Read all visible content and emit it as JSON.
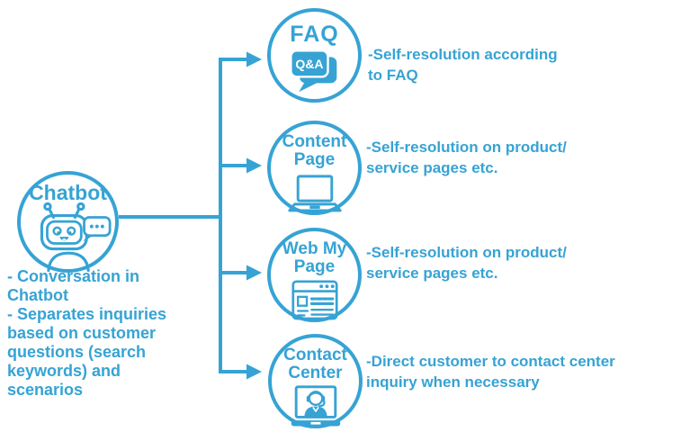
{
  "colors": {
    "accent": "#36a3d4"
  },
  "chatbot": {
    "label": "Chatbot",
    "icon": "robot-chatbot-icon",
    "description": "- Conversation in\nChatbot\n- Separates inquiries\nbased on customer\nquestions (search\nkeywords) and\nscenarios"
  },
  "branches": [
    {
      "label": "FAQ",
      "icon": "qa-speech-bubbles-icon",
      "badge": "Q&A",
      "description": "-Self-resolution according\nto FAQ"
    },
    {
      "label": "Content\nPage",
      "icon": "laptop-icon",
      "description": "-Self-resolution on product/\nservice pages etc."
    },
    {
      "label": "Web My\nPage",
      "icon": "browser-window-icon",
      "description": "-Self-resolution on product/\nservice pages etc."
    },
    {
      "label": "Contact\nCenter",
      "icon": "support-agent-laptop-icon",
      "description": "-Direct customer to contact center\ninquiry when necessary"
    }
  ]
}
